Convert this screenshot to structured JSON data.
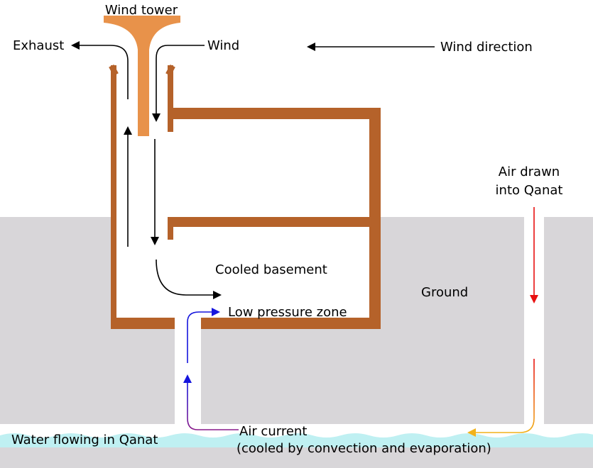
{
  "labels": {
    "wind_tower": "Wind tower",
    "exhaust": "Exhaust",
    "wind": "Wind",
    "wind_direction": "Wind direction",
    "air_drawn_line1": "Air drawn",
    "air_drawn_line2": "into Qanat",
    "cooled_basement": "Cooled basement",
    "ground": "Ground",
    "low_pressure_zone": "Low pressure zone",
    "water_flowing": "Water flowing in Qanat",
    "air_current_line1": "Air current",
    "air_current_line2": "(cooled by convection and evaporation)"
  },
  "colors": {
    "ground": "#d8d6d9",
    "building_wall": "#b5622a",
    "wind_tower": "#e8924a",
    "water": "#bff0f2",
    "arrow_black": "#000000",
    "arrow_red": "#e81010",
    "arrow_orange": "#f2b21a",
    "arrow_blue": "#1515dd",
    "arrow_purple": "#8a1a8a"
  }
}
